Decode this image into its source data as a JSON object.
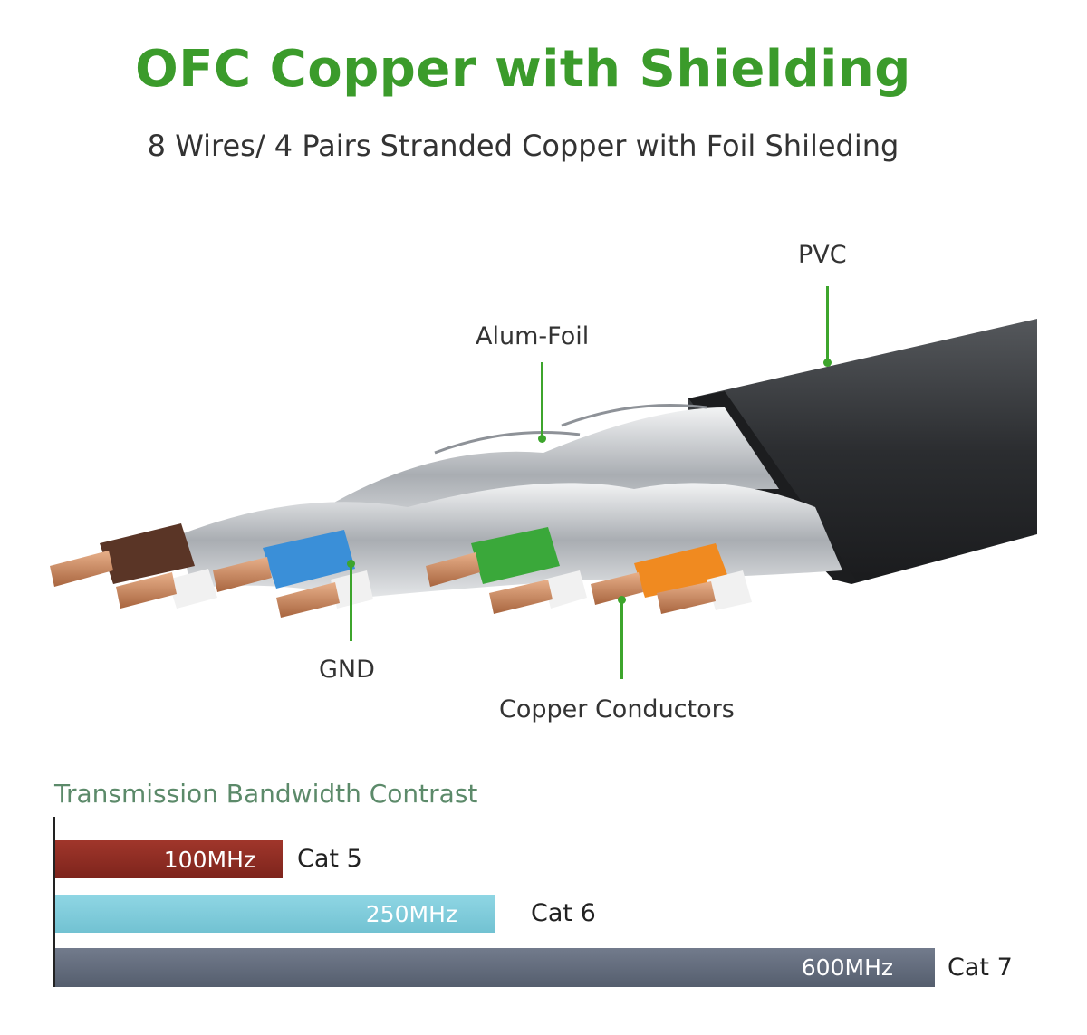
{
  "header": {
    "title": "OFC Copper with Shielding",
    "subtitle": "8 Wires/ 4 Pairs Stranded Copper with Foil Shileding"
  },
  "diagram": {
    "labels": {
      "pvc": "PVC",
      "alum_foil": "Alum-Foil",
      "gnd": "GND",
      "copper": "Copper Conductors"
    },
    "colors": {
      "accent": "#3b9b2b",
      "jacket": "#2b2d30",
      "foil": "#c9ccd0",
      "copper": "#c98a5e",
      "wires": [
        "#5a3526",
        "#3a8fd8",
        "#3aa83a",
        "#f08a20"
      ]
    }
  },
  "bandwidth": {
    "title": "Transmission Bandwidth Contrast",
    "bars": [
      {
        "category": "Cat 5",
        "value_label": "100MHz",
        "value": 100,
        "color": "#8b2a22"
      },
      {
        "category": "Cat 6",
        "value_label": "250MHz",
        "value": 250,
        "color": "#80cad9"
      },
      {
        "category": "Cat 7",
        "value_label": "600MHz",
        "value": 600,
        "color": "#5e6779"
      }
    ]
  }
}
